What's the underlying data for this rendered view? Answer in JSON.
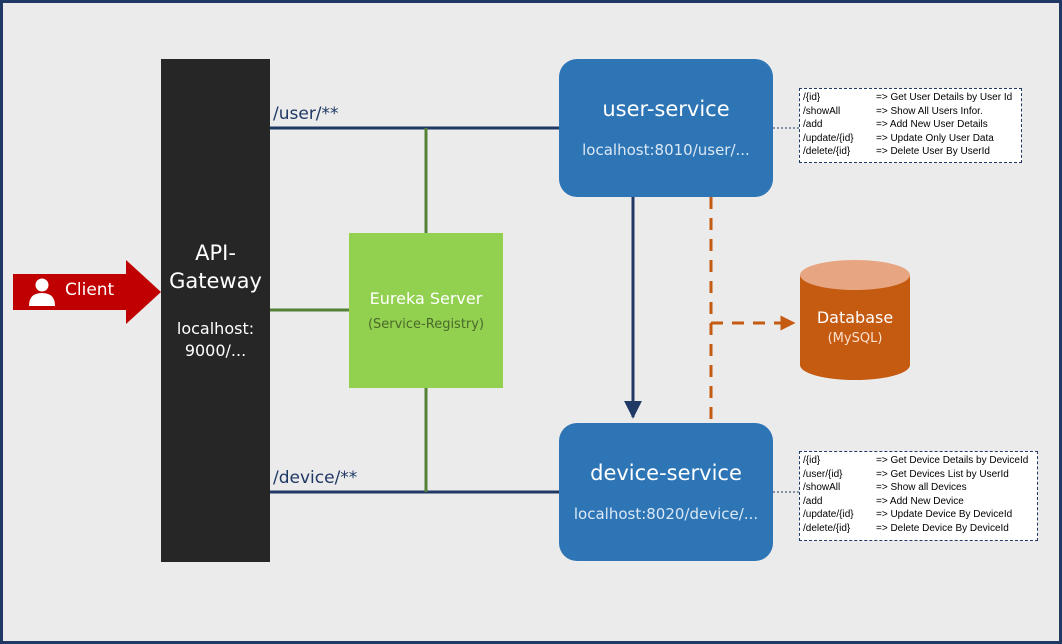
{
  "client": {
    "label": "Client",
    "icon": "person-icon",
    "color": "#c00000"
  },
  "gateway": {
    "title": "API-\nGateway",
    "address": "localhost:\n9000/..."
  },
  "routes": {
    "user": "/user/**",
    "device": "/device/**"
  },
  "eureka": {
    "title": "Eureka Server",
    "subtitle": "(Service-Registry)"
  },
  "user_service": {
    "title": "user-service",
    "address": "localhost:8010/user/...",
    "endpoints": [
      {
        "path": "/{id}",
        "desc": "=> Get User Details by User Id"
      },
      {
        "path": "/showAll",
        "desc": "=> Show All Users Infor."
      },
      {
        "path": "/add",
        "desc": "=> Add New User Details"
      },
      {
        "path": "/update/{id}",
        "desc": "=> Update Only User Data"
      },
      {
        "path": "/delete/{id}",
        "desc": "=> Delete User By UserId"
      }
    ]
  },
  "device_service": {
    "title": "device-service",
    "address": "localhost:8020/device/...",
    "endpoints": [
      {
        "path": "/{id}",
        "desc": "=> Get Device Details by DeviceId"
      },
      {
        "path": "/user/{id}",
        "desc": "=> Get Devices List by UserId"
      },
      {
        "path": "/showAll",
        "desc": "=> Show all Devices"
      },
      {
        "path": "/add",
        "desc": "=> Add New Device"
      },
      {
        "path": "/update/{id}",
        "desc": "=> Update Device By DeviceId"
      },
      {
        "path": "/delete/{id}",
        "desc": "=> Delete Device By DeviceId"
      }
    ]
  },
  "database": {
    "title": "Database",
    "subtitle": "(MySQL)"
  },
  "colors": {
    "navy": "#1f3864",
    "service_blue": "#2e75b6",
    "eureka_green": "#92d050",
    "registry_line": "#538135",
    "db_orange": "#c55a11",
    "client_red": "#c00000",
    "gateway_black": "#262626"
  }
}
